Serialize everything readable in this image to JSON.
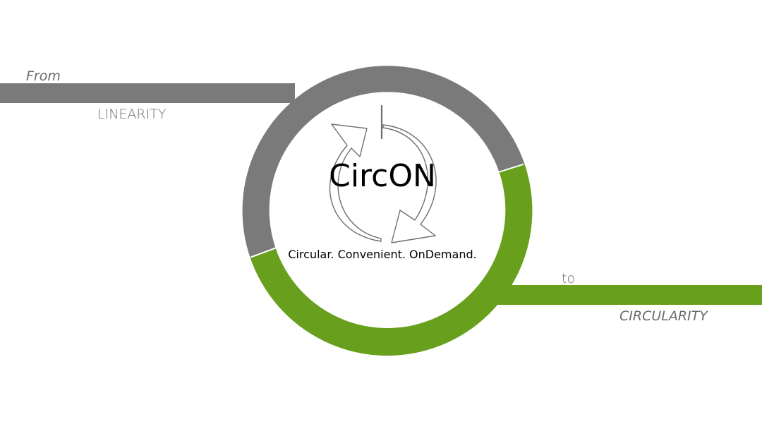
{
  "labels": {
    "from": "From",
    "linearity": "LINEARITY",
    "to": "to",
    "circularity": "CIRCULARITY"
  },
  "logo": {
    "name": "CircON",
    "tagline": "Circular. Convenient. OnDemand."
  },
  "colors": {
    "gray": "#7a7a7a",
    "green": "#689f1d",
    "arrow_stroke": "#6e6e6e",
    "text": "#000000",
    "label_text": "#6b6b6b"
  },
  "icons": {
    "cycle": "circular-arrows-icon"
  }
}
